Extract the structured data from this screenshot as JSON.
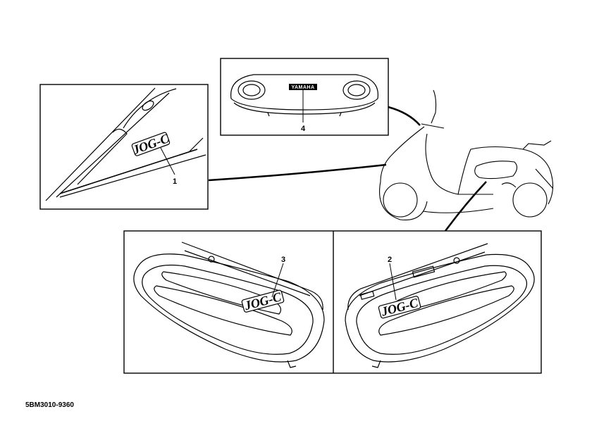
{
  "callouts": {
    "item1": "1",
    "item2": "2",
    "item3": "3",
    "item4": "4"
  },
  "graphics": {
    "emblem_text": "JOG-C",
    "brand_text": "YAMAHA"
  },
  "drawing_code": "5BM3010-9360"
}
